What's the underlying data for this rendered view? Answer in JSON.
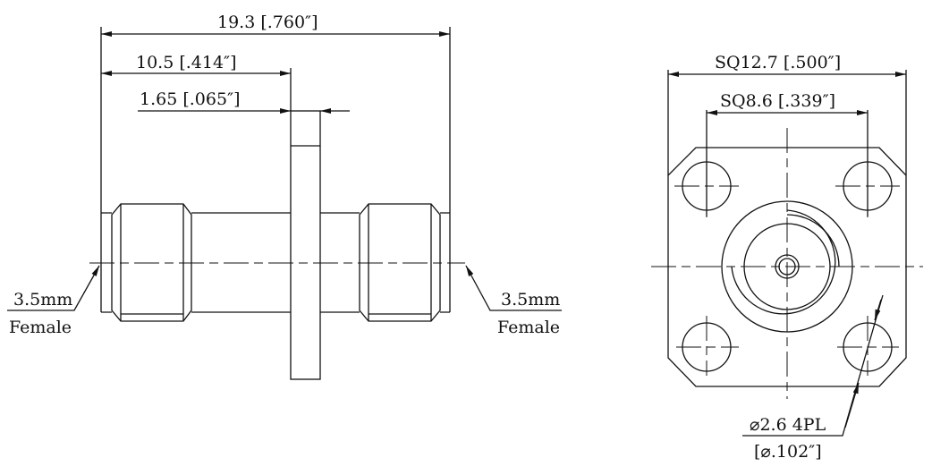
{
  "side_view": {
    "overall_length": "19.3 [.760″]",
    "flange_position": "10.5 [.414″]",
    "flange_thickness": "1.65 [.065″]",
    "left_port": {
      "size": "3.5mm",
      "gender": "Female"
    },
    "right_port": {
      "size": "3.5mm",
      "gender": "Female"
    }
  },
  "front_view": {
    "flange_square": "SQ12.7 [.500″]",
    "hole_spacing": "SQ8.6 [.339″]",
    "hole_diameter": "⌀2.6 4PL",
    "hole_diameter_inch": "[⌀.102″]"
  },
  "colors": {
    "line": "#111111",
    "background": "#ffffff"
  }
}
